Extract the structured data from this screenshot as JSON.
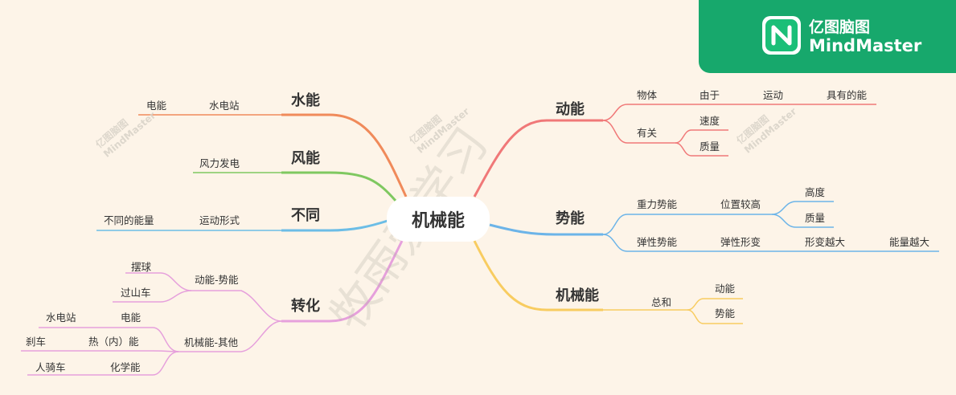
{
  "brand": {
    "name_cn": "亿图脑图",
    "name_en": "MindMaster"
  },
  "watermark": {
    "text_cn": "亿图脑图",
    "text_en": "MindMaster",
    "signature": "牧雨爱学习"
  },
  "colors": {
    "background": "#fdf4e8",
    "brand_green": "#17a86c",
    "branch_water": "#f08a5a",
    "branch_wind": "#7fc860",
    "branch_differ": "#6cbde6",
    "branch_convert": "#e6a0dc",
    "branch_kinetic": "#f07878",
    "branch_potential": "#6cb4e8",
    "branch_mechanical": "#f8cc60"
  },
  "mindmap": {
    "center": "机械能",
    "left": {
      "water": {
        "title": "水能",
        "sub": "水电站",
        "leaf": "电能"
      },
      "wind": {
        "title": "风能",
        "sub": "风力发电"
      },
      "differ": {
        "title": "不同",
        "sub": "运动形式",
        "leaf": "不同的能量"
      },
      "convert": {
        "title": "转化",
        "group1": {
          "label": "动能-势能",
          "items": [
            "摆球",
            "过山车"
          ]
        },
        "group2": {
          "label": "机械能-其他",
          "items": [
            {
              "a": "电能",
              "b": "水电站"
            },
            {
              "a": "热（内）能",
              "b": "刹车"
            },
            {
              "a": "化学能",
              "b": "人骑车"
            }
          ]
        }
      }
    },
    "right": {
      "kinetic": {
        "title": "动能",
        "row1": [
          "物体",
          "由于",
          "运动",
          "具有的能"
        ],
        "row2": {
          "label": "有关",
          "items": [
            "速度",
            "质量"
          ]
        }
      },
      "potential": {
        "title": "势能",
        "gravity": {
          "label": "重力势能",
          "sub": "位置较高",
          "items": [
            "高度",
            "质量"
          ]
        },
        "elastic": {
          "label": "弹性势能",
          "chain": [
            "弹性形变",
            "形变越大",
            "能量越大"
          ]
        }
      },
      "mechanical": {
        "title": "机械能",
        "sub": "总和",
        "items": [
          "动能",
          "势能"
        ]
      }
    }
  }
}
